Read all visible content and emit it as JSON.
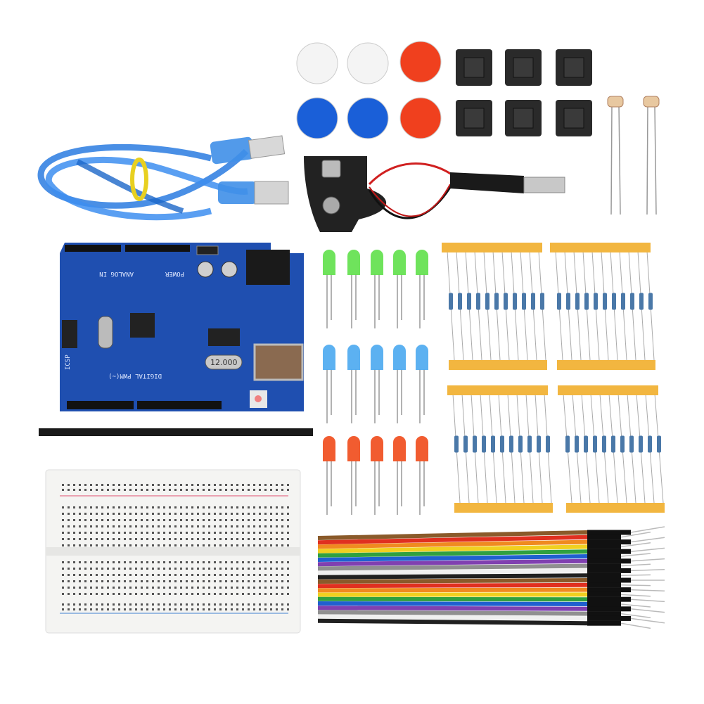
{
  "board": {
    "analog_label": "ANALOG IN",
    "power_label": "POWER",
    "digital_label": "DIGITAL PWM(~)",
    "crystal_label": "12.000",
    "icsp_label": "ICSP"
  },
  "colors": {
    "board": "#1f4fb0",
    "cap_red": "#f0401e",
    "cap_blue": "#1a5fd8",
    "led_green": "#5fe04a",
    "led_blue": "#4aa8f0",
    "led_red": "#f04a1a",
    "resistor_tape": "#f2b640",
    "cable": "#2a7be0"
  },
  "jumper_colors": [
    "#8a5a2a",
    "#e03020",
    "#f08a20",
    "#f0d020",
    "#30a040",
    "#2060d0",
    "#8040b0",
    "#909090",
    "#f0f0f0",
    "#202020"
  ]
}
